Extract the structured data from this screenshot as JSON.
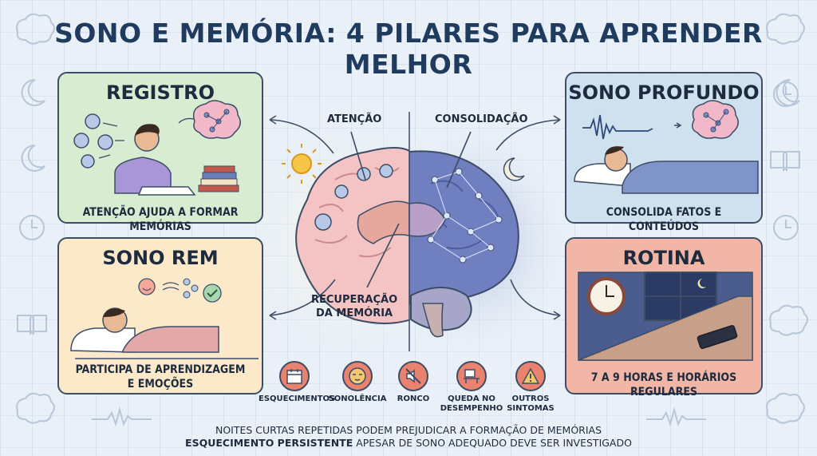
{
  "title": "SONO E MEMÓRIA: 4 PILARES PARA APRENDER MELHOR",
  "panels": {
    "registro": {
      "title": "REGISTRO",
      "caption": "ATENÇÃO AJUDA A FORMAR MEMÓRIAS"
    },
    "sono_profundo": {
      "title": "SONO PROFUNDO",
      "caption": "CONSOLIDA FATOS E CONTEÚDOS"
    },
    "sono_rem": {
      "title": "SONO REM",
      "caption_line1": "PARTICIPA DE APRENDIZAGEM",
      "caption_line2": "E EMOÇÕES"
    },
    "rotina": {
      "title": "ROTINA",
      "caption": "7 A 9 HORAS E HORÁRIOS REGULARES"
    }
  },
  "brain_labels": {
    "atencao": "ATENÇÃO",
    "consolidacao": "CONSOLIDAÇÃO",
    "recuperacao_line1": "RECUPERAÇÃO",
    "recuperacao_line2": "DA MEMÓRIA"
  },
  "symptoms": [
    {
      "line1": "ESQUECIMENTOS",
      "line2": "",
      "icon": "calendar-icon"
    },
    {
      "line1": "SONOLÊNCIA",
      "line2": "",
      "icon": "sleepy-face-icon"
    },
    {
      "line1": "RONCO",
      "line2": "",
      "icon": "mute-speaker-icon"
    },
    {
      "line1": "QUEDA NO",
      "line2": "DESEMPENHO",
      "icon": "desk-icon"
    },
    {
      "line1": "OUTROS",
      "line2": "SINTOMAS",
      "icon": "warning-icon"
    }
  ],
  "footer": {
    "line1": "NOITES CURTAS REPETIDAS PODEM PREJUDICAR A FORMAÇÃO DE MEMÓRIAS",
    "line2_bold": "ESQUECIMENTO PERSISTENTE",
    "line2_rest": " APESAR DE SONO ADEQUADO DEVE SER INVESTIGADO"
  },
  "colors": {
    "title": "#1f3b5e",
    "registro": "#d8ecd2",
    "sono_profundo": "#cfe0ef",
    "sono_rem": "#fbe9c9",
    "rotina": "#f2b6a6",
    "symptom": "#e9826e",
    "brain_left": "#f4c3c3",
    "brain_right": "#6f7fc0"
  }
}
